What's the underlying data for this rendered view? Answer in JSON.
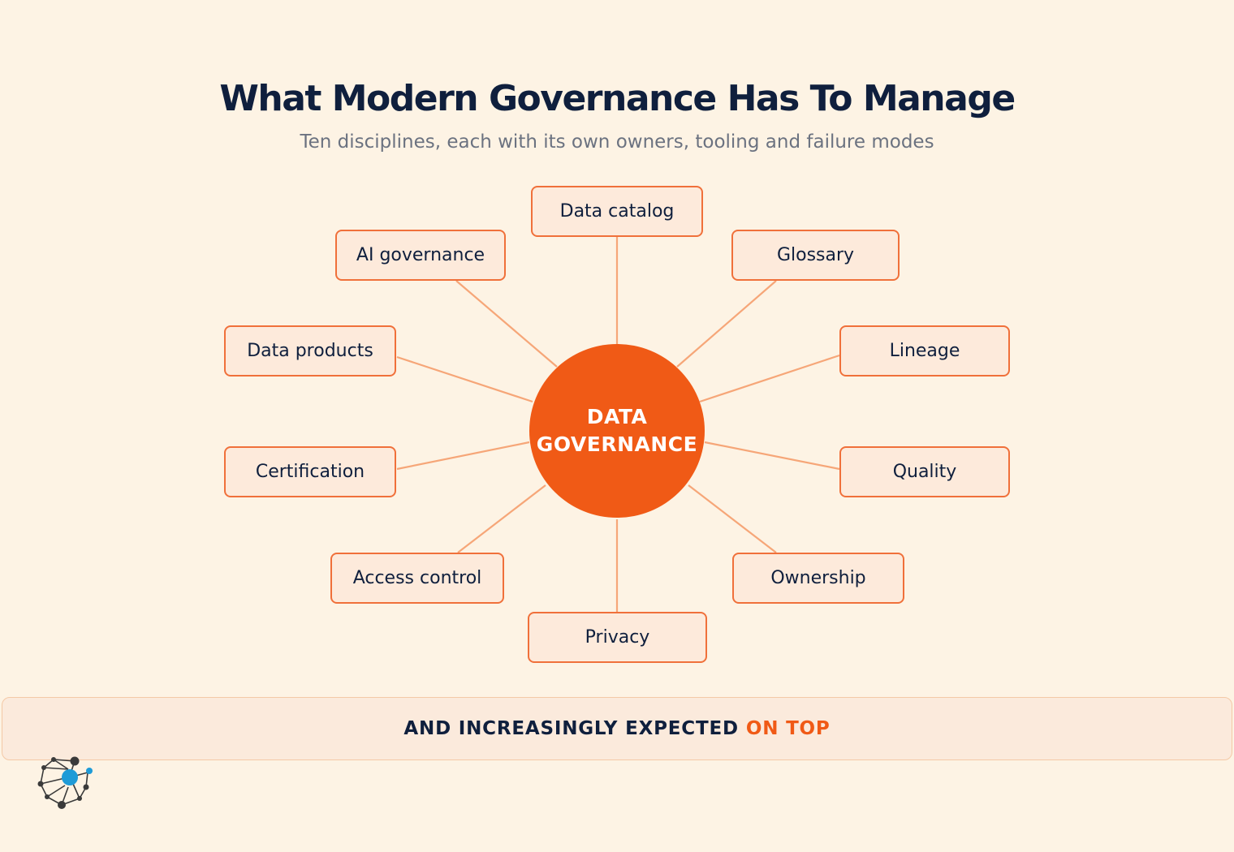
{
  "title": "What Modern Governance Has To Manage",
  "subtitle": "Ten disciplines, each with its own owners, tooling and failure modes",
  "hub": {
    "line1": "DATA",
    "line2": "GOVERNANCE"
  },
  "nodes": {
    "data_catalog": "Data catalog",
    "ai_governance": "AI governance",
    "glossary": "Glossary",
    "data_products": "Data products",
    "lineage": "Lineage",
    "certification": "Certification",
    "quality": "Quality",
    "access_control": "Access control",
    "ownership": "Ownership",
    "privacy": "Privacy"
  },
  "banner": {
    "text_dark": "AND INCREASINGLY EXPECTED",
    "text_accent": "ON TOP"
  },
  "colors": {
    "background": "#fdf3e4",
    "accent": "#f05a16",
    "node_border": "#f0703a",
    "connector": "#f6a678",
    "text": "#0f1f3d",
    "logo_blue": "#1e9bd7"
  },
  "icons": {
    "logo": "network-logo-icon"
  }
}
